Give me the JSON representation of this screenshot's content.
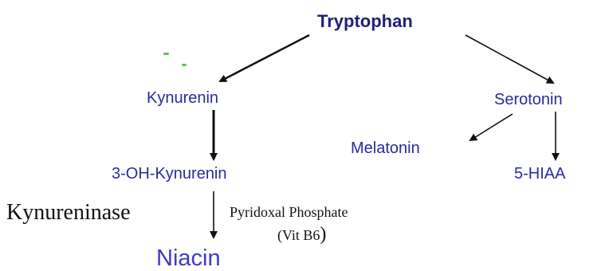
{
  "diagram": {
    "nodes": {
      "tryptophan": "Tryptophan",
      "kynurenin": "Kynurenin",
      "serotonin": "Serotonin",
      "melatonin": "Melatonin",
      "oh_kynurenin": "3-OH-Kynurenin",
      "hiaa": "5-HIAA",
      "niacin": "Niacin"
    },
    "labels": {
      "enzyme": "Kynureninase",
      "cofactor": "Pyridoxal Phosphate",
      "cofactor_note_open": "(Vit B6",
      "cofactor_note_close": ")"
    },
    "colors": {
      "node_text": "#2b2b9a",
      "title_text": "#1f1f7a",
      "niacin_text": "#3a3acc",
      "arrow": "#111111"
    }
  }
}
